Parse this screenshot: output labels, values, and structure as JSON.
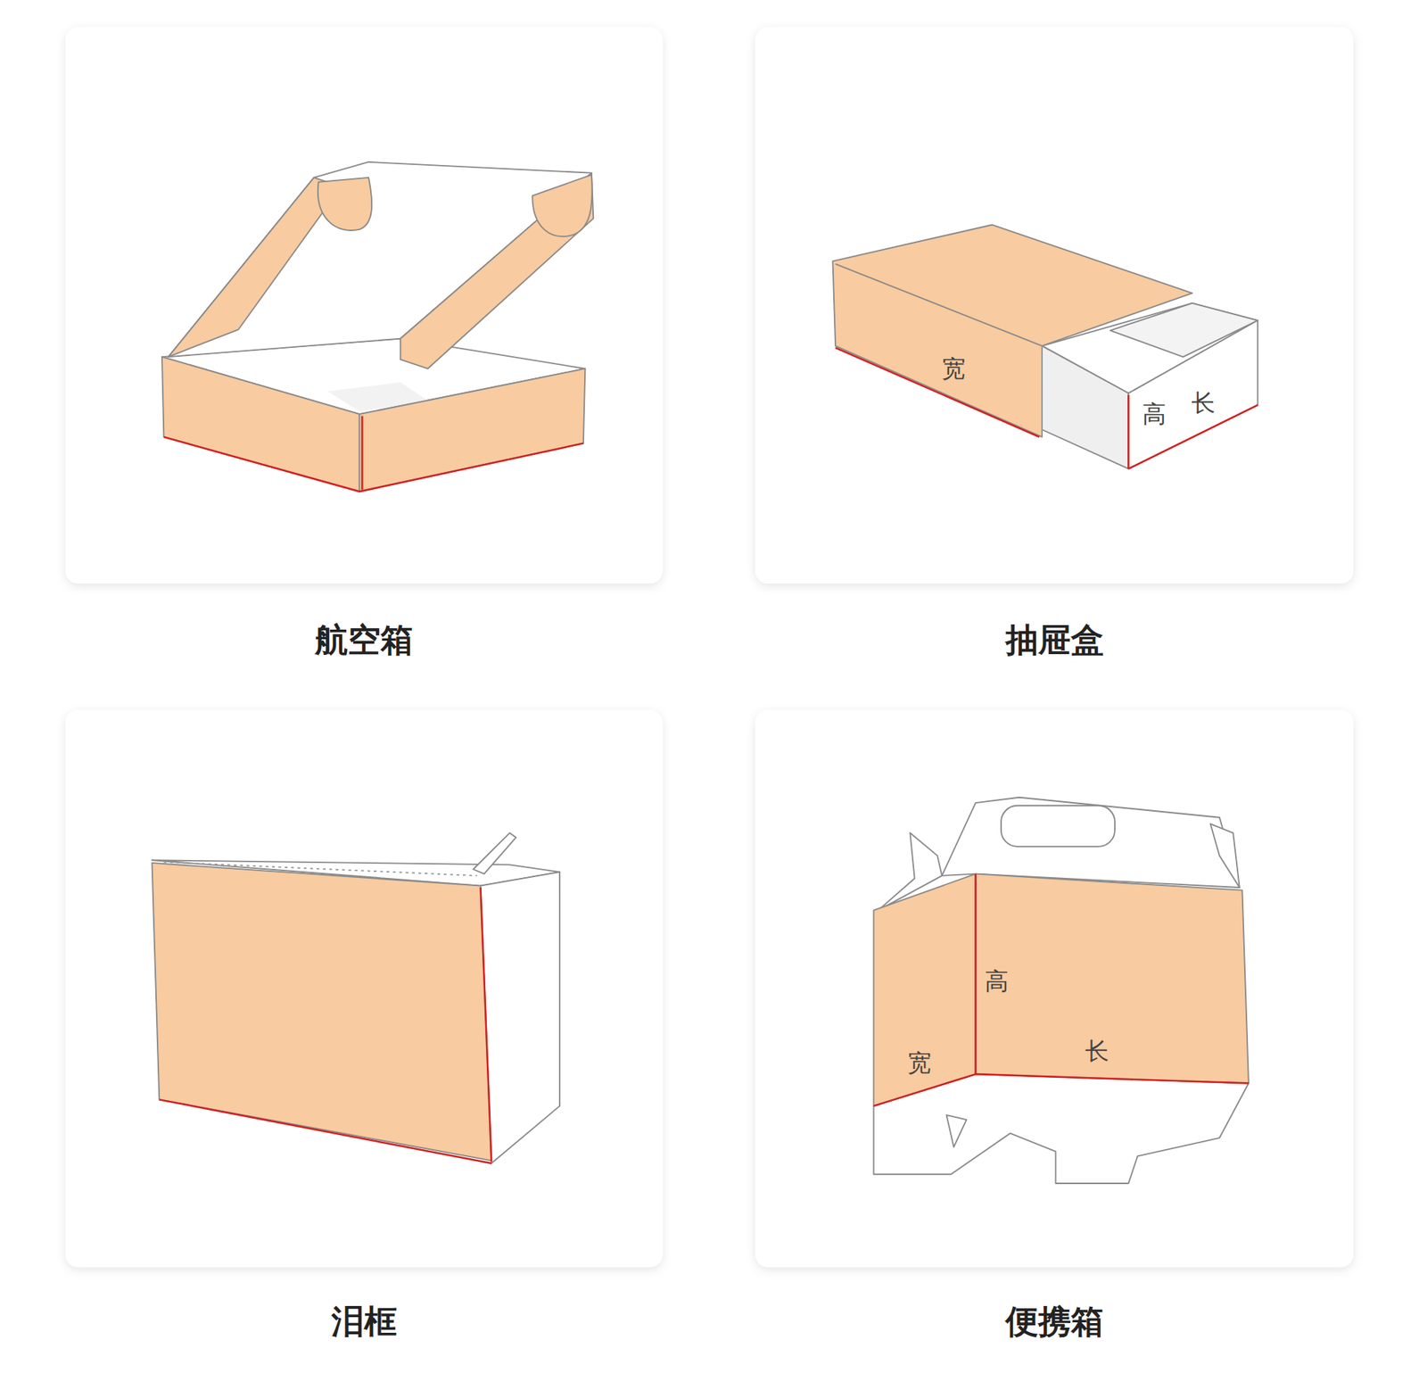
{
  "diagram": {
    "nodes": [
      {
        "text": [
          "航空箱"
        ]
      },
      {
        "text": [
          "抽屉盒"
        ]
      },
      {
        "text": [
          "泪框"
        ]
      },
      {
        "text": [
          "便携箱"
        ]
      }
    ],
    "labels": [
      "宽",
      "高",
      "长",
      "高",
      "宽",
      "长"
    ]
  }
}
